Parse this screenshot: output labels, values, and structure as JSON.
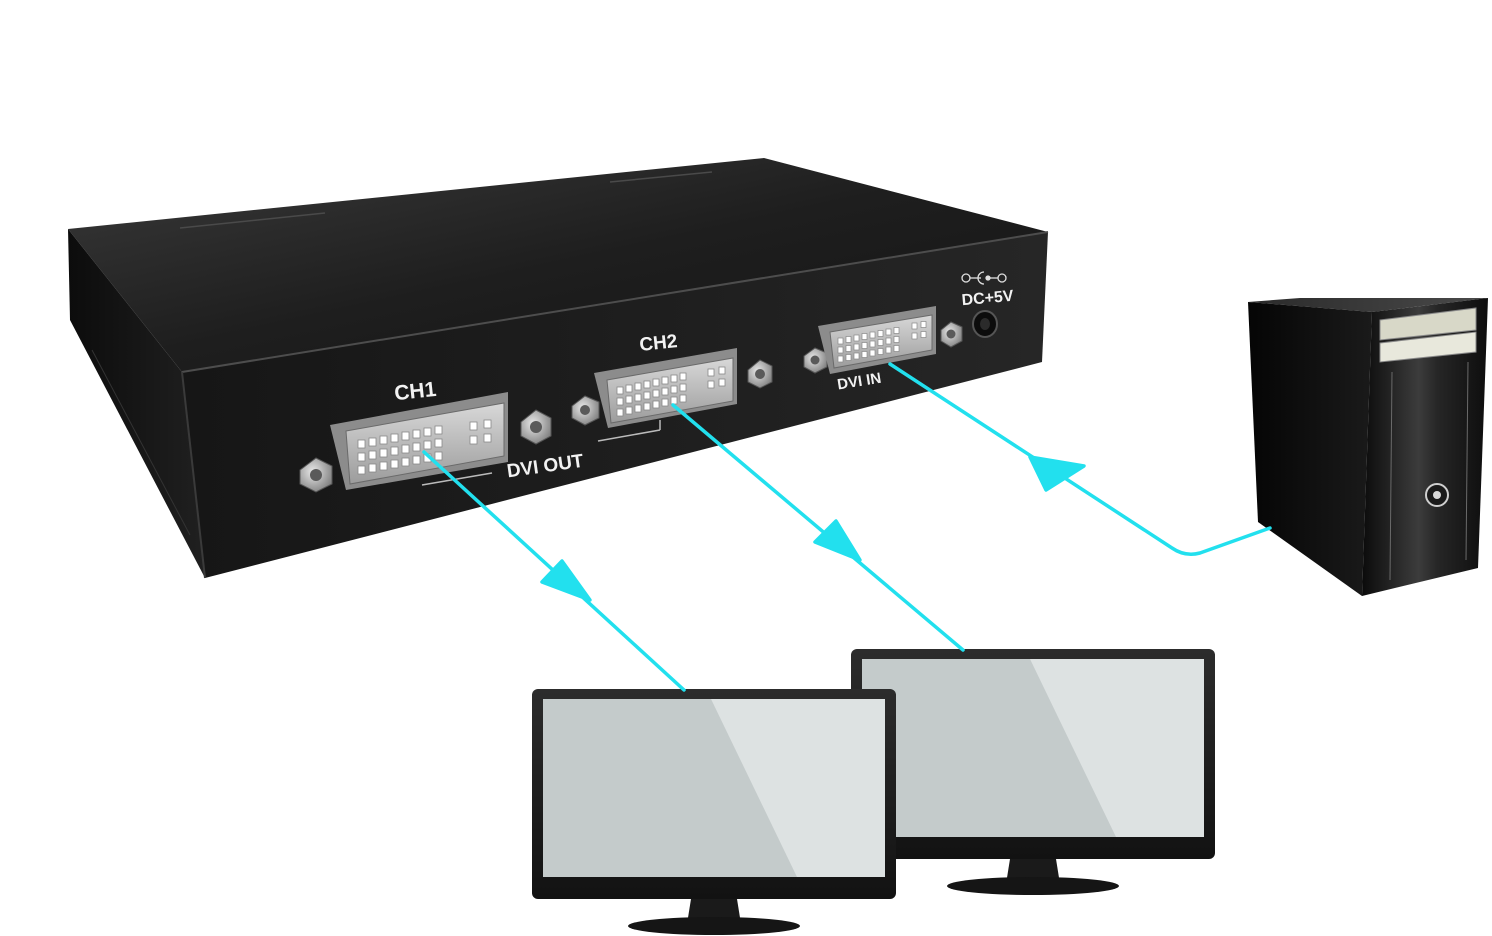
{
  "device": {
    "port_labels": {
      "ch1": "CH1",
      "ch2": "CH2",
      "dvi_out": "DVI OUT",
      "dvi_in": "DVI IN",
      "dc_in": "DC+5V"
    }
  },
  "colors": {
    "connection_line": "#22e0ee",
    "device_body": "#1b1b1b",
    "monitor_screen": "#c4cbcb"
  },
  "icons": {
    "splitter": "dvi-splitter-icon",
    "computer": "pc-tower-icon",
    "monitor_1": "monitor-icon",
    "monitor_2": "monitor-icon",
    "power_symbol": "dc-polarity-icon"
  }
}
